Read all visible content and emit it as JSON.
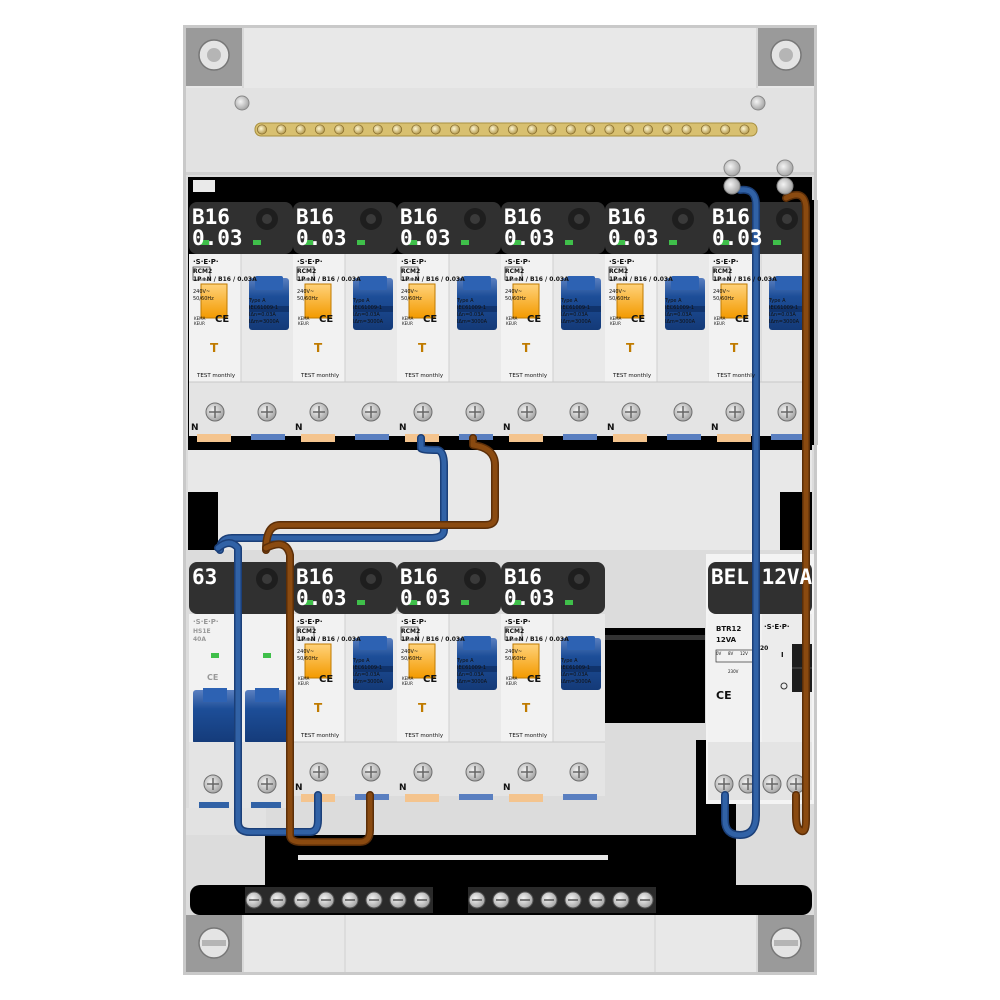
{
  "rcm": {
    "label_top": "B16",
    "label_bottom": "0.03",
    "brand": "·S·E·P·",
    "model": "RCM2",
    "spec": "1P+N / B16 / 0.03A",
    "voltage": "240V~",
    "freq": "50/60Hz",
    "type": "Type A",
    "standard": "IEC61009-1",
    "idn": "IΔn=0.03A",
    "icn": "IΔm=3000A",
    "kema": "KEMA KEUR",
    "ce": "CE",
    "test_label": "TEST monthly",
    "test_key": "T",
    "neutral": "N"
  },
  "main_switch": {
    "label": "63",
    "brand": "·S·E·P·",
    "model": "HS1E",
    "rating": "40A",
    "ce": "CE"
  },
  "bell_transformer": {
    "label": "BEL 12VA",
    "brand": "·S·E·P·",
    "model": "BTR12",
    "rating": "12VA",
    "out_0": "0V",
    "out_8": "8V",
    "out_12": "12V",
    "in_v": "230V",
    "ce": "CE",
    "mark_i": "I",
    "mark_20": "20"
  },
  "colors": {
    "neutral_wire": "#3162a6",
    "phase_wire": "#8a4a10",
    "rail": "#000000",
    "enclosure": "#e6e6e6",
    "label_bg": "#303030",
    "toggle_blue": "#1d4e98",
    "test_orange": "#f7a800",
    "busbar": "#d8c070"
  }
}
